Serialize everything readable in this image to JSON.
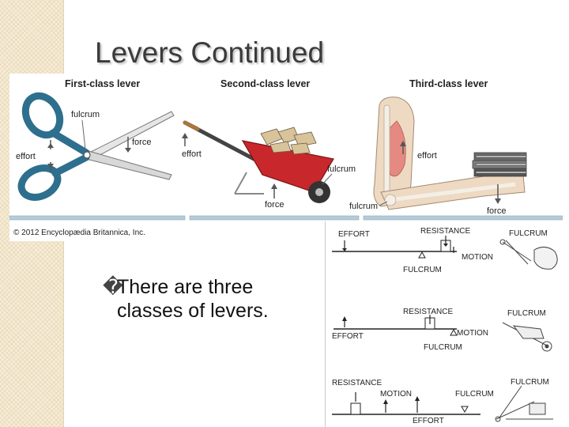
{
  "slide": {
    "title": "Levers Continued",
    "bullet_mark": "�",
    "bullet_line1": "There are three",
    "bullet_line2": "classes of levers."
  },
  "illustration": {
    "first_class_title": "First-class lever",
    "second_class_title": "Second-class lever",
    "third_class_title": "Third-class lever",
    "label_fulcrum": "fulcrum",
    "label_effort": "effort",
    "label_force": "force",
    "copyright": "© 2012 Encyclopædia Britannica, Inc."
  },
  "diagrams": {
    "first": {
      "effort": "EFFORT",
      "resistance": "RESISTANCE",
      "fulcrum": "FULCRUM",
      "motion": "MOTION",
      "fulcrum_bottom": "FULCRUM"
    },
    "second": {
      "resistance": "RESISTANCE",
      "fulcrum": "FULCRUM",
      "effort": "EFFORT",
      "motion": "MOTION",
      "fulcrum_bottom": "FULCRUM"
    },
    "third": {
      "resistance": "RESISTANCE",
      "fulcrum": "FULCRUM",
      "motion": "MOTION",
      "fulcrum_mid": "FULCRUM",
      "effort": "EFFORT"
    }
  }
}
